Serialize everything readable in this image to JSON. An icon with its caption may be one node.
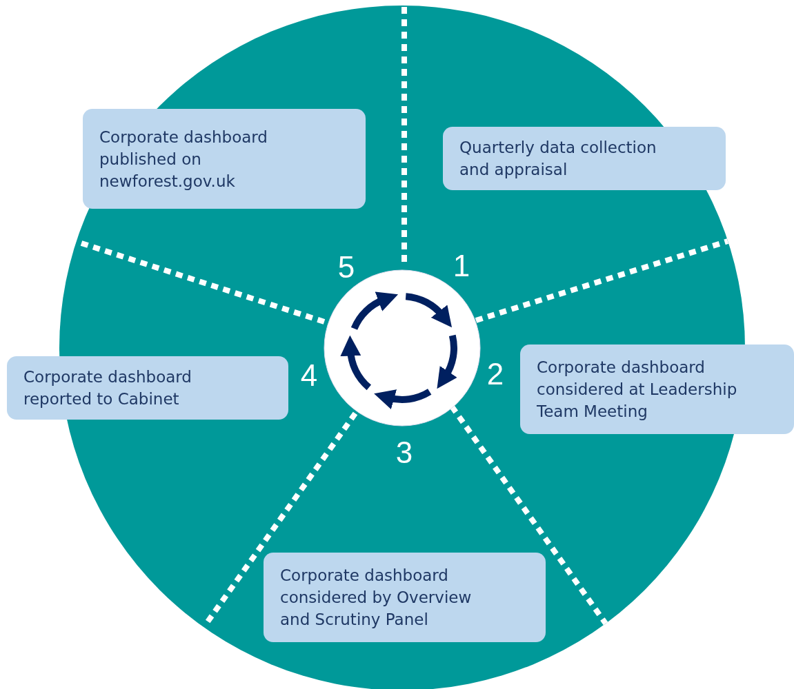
{
  "diagram": {
    "nodes": [
      {
        "text": [
          "Corporate dashboard published on newforest.gov.uk"
        ]
      },
      {
        "text": [
          "Quarterly data collection and appraisal"
        ]
      },
      {
        "text": [
          "Corporate dashboard considered at Leadership Team Meeting"
        ]
      },
      {
        "text": [
          "Corporate dashboard reported to Cabinet"
        ]
      },
      {
        "text": [
          "Corporate dashboard considered by Overview and Scrutiny Panel"
        ]
      }
    ],
    "labels": [
      "5",
      "1",
      "4",
      "2",
      "3"
    ]
  }
}
